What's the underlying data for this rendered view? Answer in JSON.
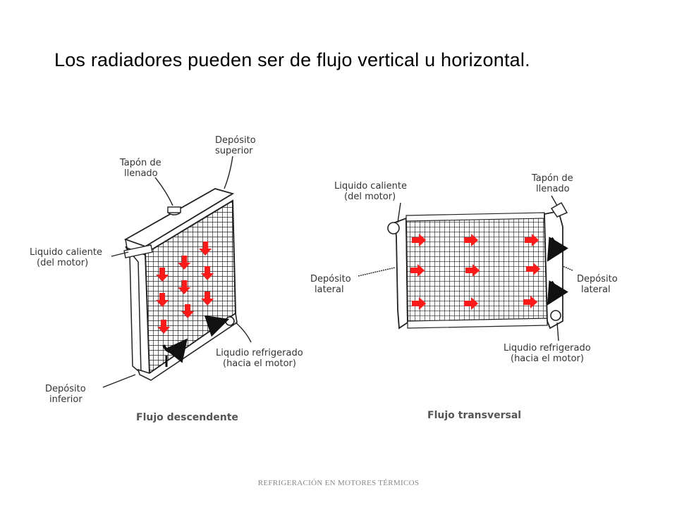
{
  "slide": {
    "title": "Los radiadores pueden ser de flujo vertical u horizontal.",
    "footer": "REFRIGERACIÓN EN MOTORES TÉRMICOS"
  },
  "left_diagram": {
    "caption": "Flujo descendente",
    "labels": {
      "deposito_superior": [
        "Depósito",
        "superior"
      ],
      "tapon": [
        "Tapón de",
        "llenado"
      ],
      "liquido_caliente": [
        "Liquido caliente",
        "(del motor)"
      ],
      "liquido_refrigerado": [
        "Liqudio refrigerado",
        "(hacia el motor)"
      ],
      "deposito_inferior": [
        "Depósito",
        "inferior"
      ]
    }
  },
  "right_diagram": {
    "caption": "Flujo transversal",
    "labels": {
      "liquido_caliente": [
        "Liquido caliente",
        "(del motor)"
      ],
      "tapon": [
        "Tapón de",
        "llenado"
      ],
      "deposito_lateral_izq": [
        "Depósito",
        "lateral"
      ],
      "deposito_lateral_der": [
        "Depósito",
        "lateral"
      ],
      "liquido_refrigerado": [
        "Liqudio refrigerado",
        "(hacia el motor)"
      ]
    }
  },
  "colors": {
    "arrow": "#ff1a1a",
    "line": "#222222"
  }
}
